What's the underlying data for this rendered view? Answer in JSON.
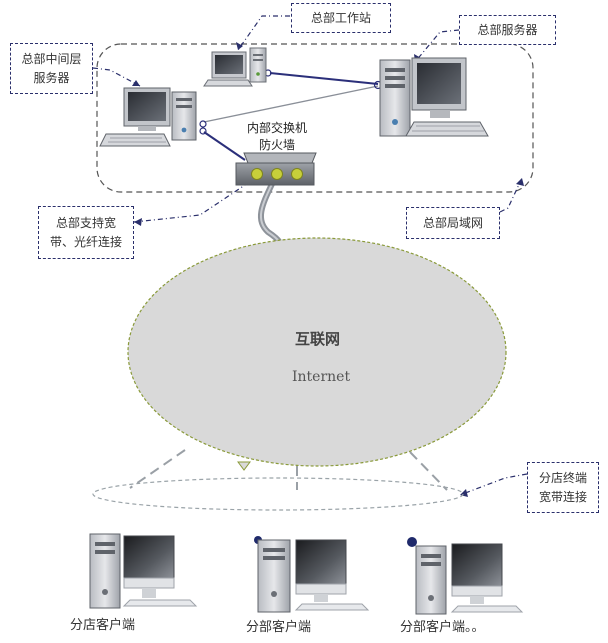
{
  "callouts": {
    "hq_workstation": "总部工作站",
    "hq_server": "总部服务器",
    "hq_middle_line1": "总部中间层",
    "hq_middle_line2": "服务器",
    "hq_broadband_line1": "总部支持宽",
    "hq_broadband_line2": "带、光纤连接",
    "hq_lan": "总部局域网",
    "branch_broadband_line1": "分店终端",
    "branch_broadband_line2": "宽带连接"
  },
  "switch_label": {
    "line1": "内部交换机",
    "line2": "防火墙"
  },
  "internet": {
    "title": "互联网",
    "subtitle": "Internet"
  },
  "clients": [
    "分店客户端",
    "分部客户端",
    "分部客户端。。"
  ],
  "colors": {
    "callout_border": "#2a2f6b",
    "lan_border": "#555555",
    "cloud_fill": "#d9d9d9",
    "cloud_border": "#8a9a3a",
    "link_line": "#2b2f7a"
  }
}
